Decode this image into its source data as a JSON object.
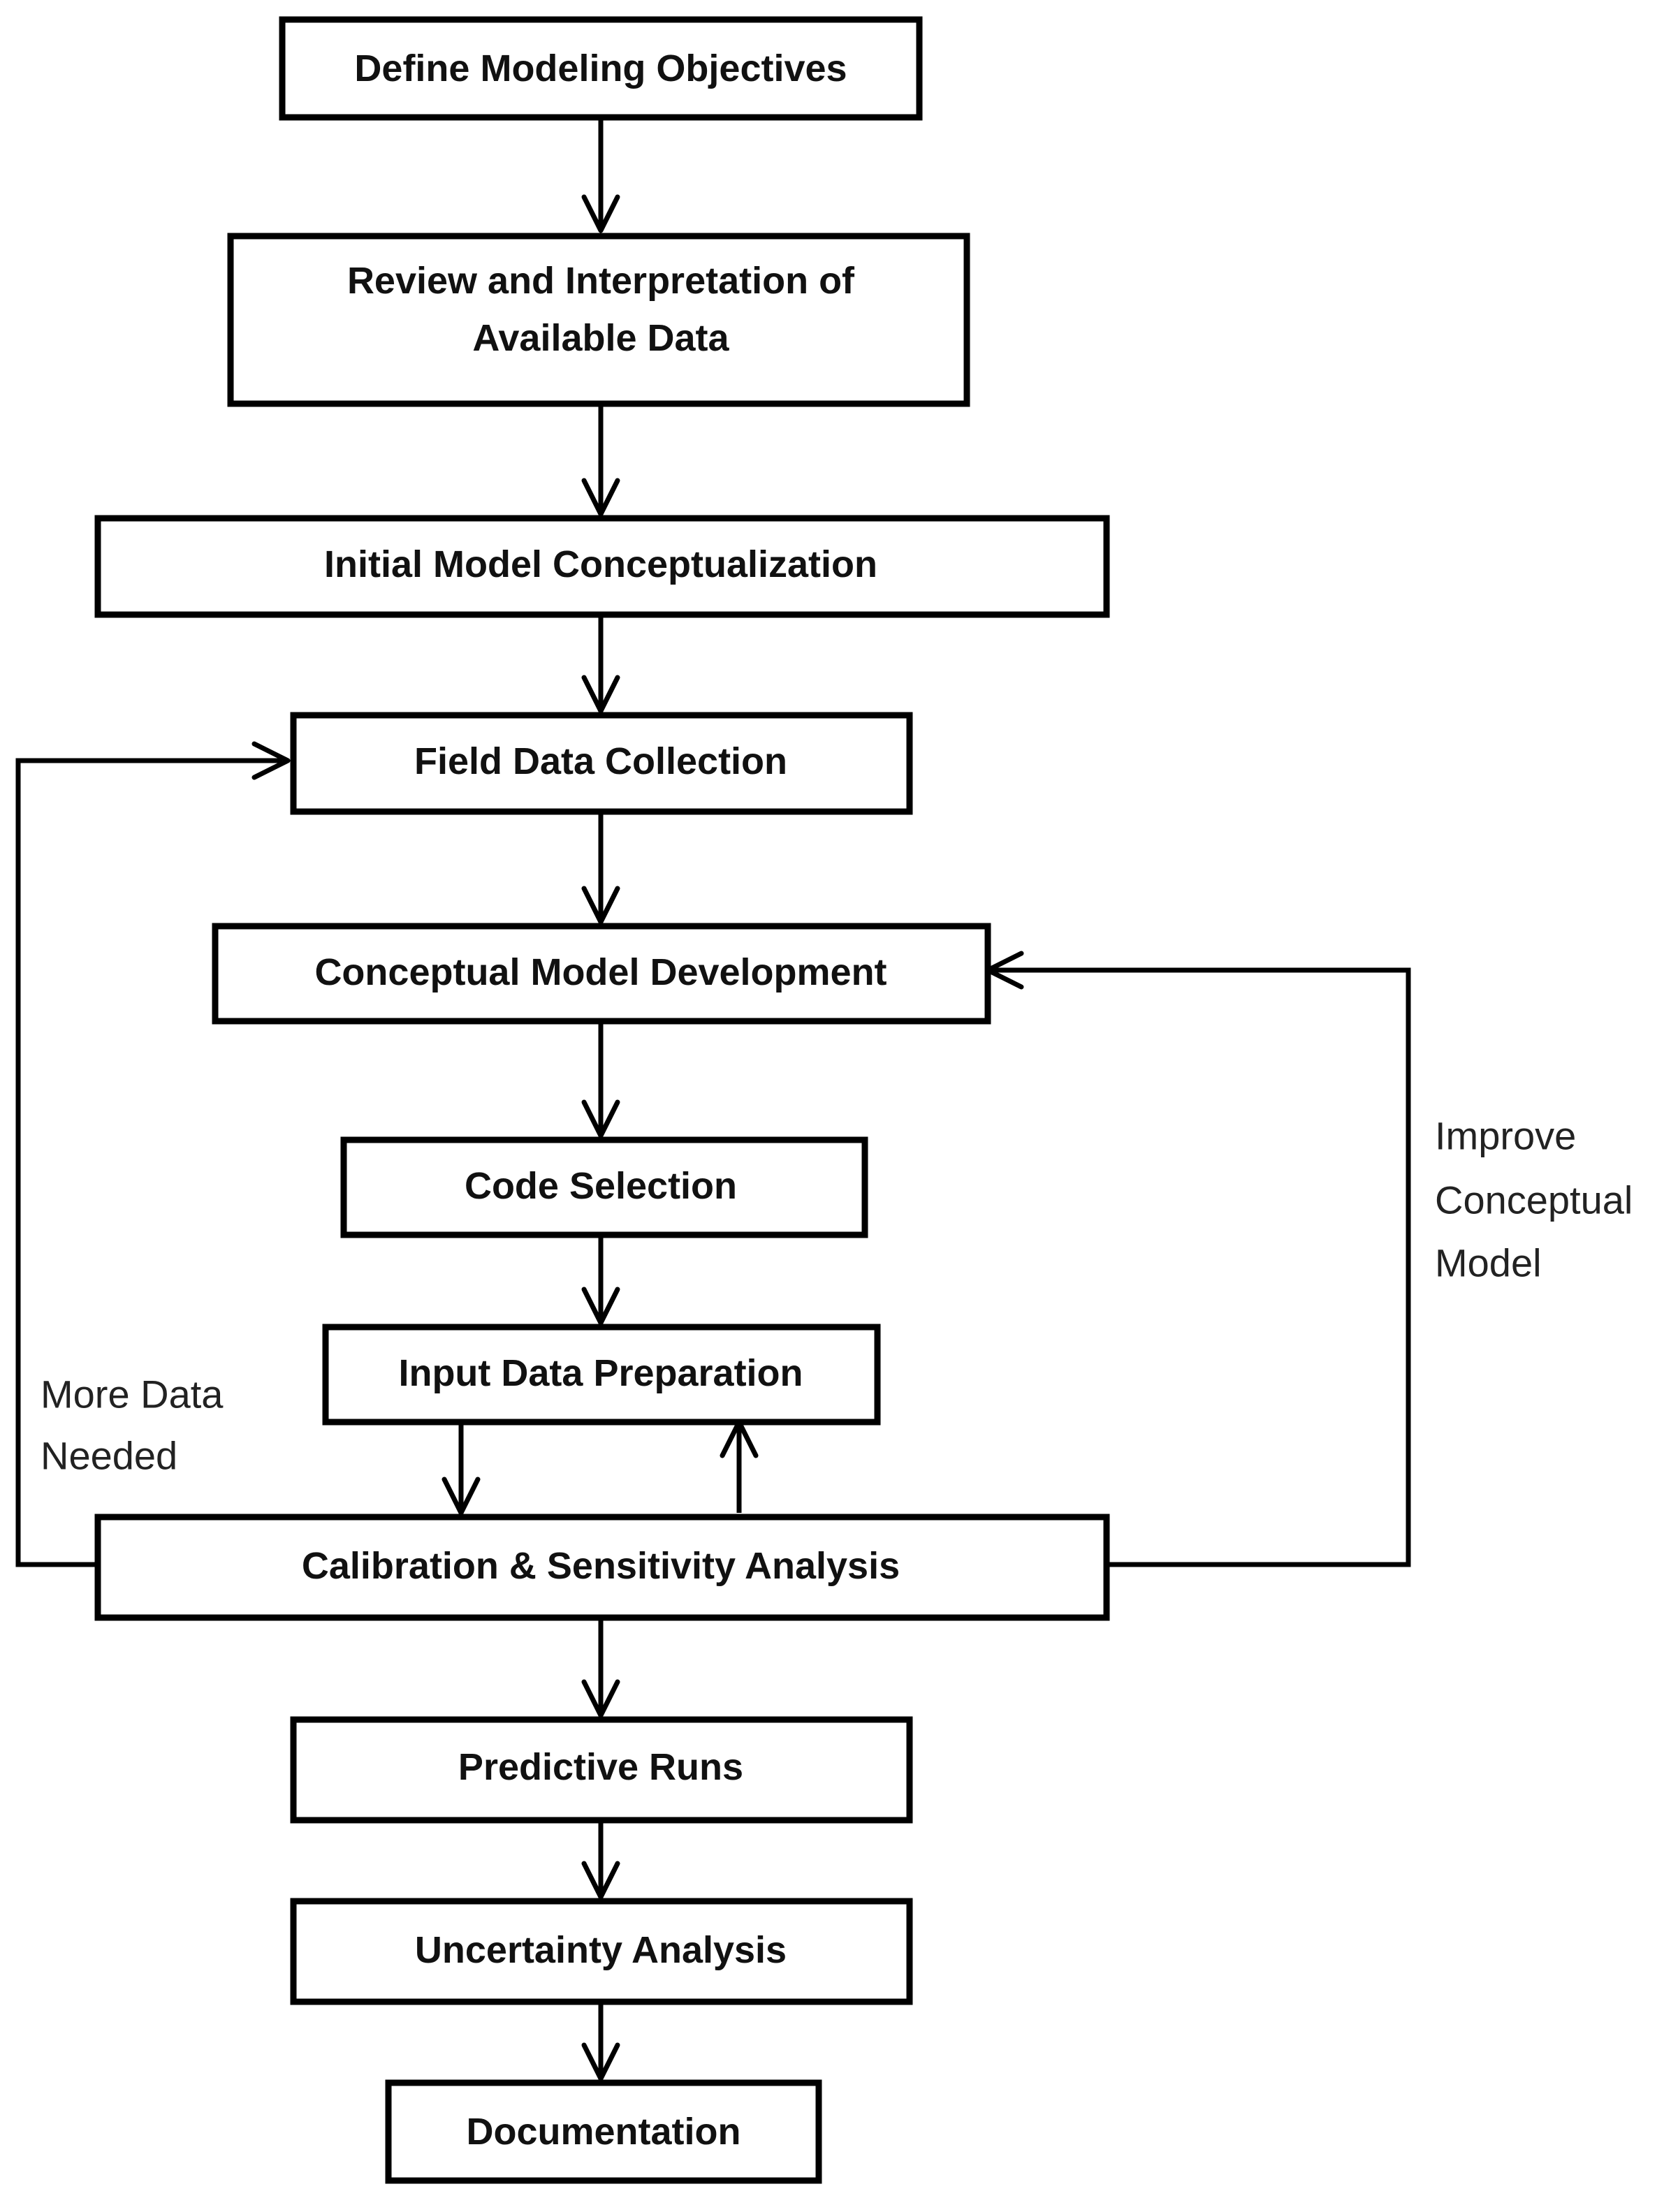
{
  "steps": {
    "define": "Define Modeling Objectives",
    "review_line1": "Review and Interpretation of",
    "review_line2": "Available Data",
    "initial": "Initial Model Conceptualization",
    "field": "Field Data Collection",
    "conceptual": "Conceptual Model Development",
    "code": "Code Selection",
    "input": "Input Data Preparation",
    "calibration": "Calibration & Sensitivity Analysis",
    "predictive": "Predictive Runs",
    "uncertainty": "Uncertainty Analysis",
    "documentation": "Documentation"
  },
  "feedback": {
    "more_data_line1": "More Data",
    "more_data_line2": "Needed",
    "improve_line1": "Improve",
    "improve_line2": "Conceptual",
    "improve_line3": "Model"
  }
}
